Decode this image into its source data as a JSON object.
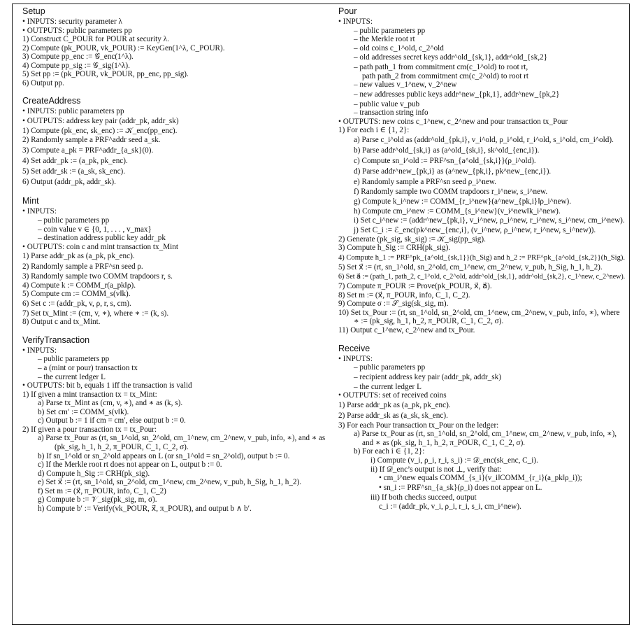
{
  "columns": [
    {
      "sections": [
        {
          "title": "Setup",
          "lines": [
            {
              "t": "• INPUTS: security parameter λ",
              "i": 0
            },
            {
              "t": "• OUTPUTS: public parameters pp",
              "i": 0
            },
            {
              "t": "1) Construct C_POUR for POUR at security λ.",
              "i": 0
            },
            {
              "t": "2) Compute (pk_POUR, vk_POUR) := KeyGen(1^λ, C_POUR).",
              "i": 0
            },
            {
              "t": "3) Compute pp_enc := 𝒢_enc(1^λ).",
              "i": 0
            },
            {
              "t": "4) Compute pp_sig := 𝒢_sig(1^λ).",
              "i": 0
            },
            {
              "t": "5) Set pp := (pk_POUR, vk_POUR, pp_enc, pp_sig).",
              "i": 0
            },
            {
              "t": "6) Output pp.",
              "i": 0
            }
          ]
        },
        {
          "title": "CreateAddress",
          "lines": [
            {
              "t": "• INPUTS: public parameters pp",
              "i": 0
            },
            {
              "t": "• OUTPUTS: address key pair (addr_pk, addr_sk)",
              "i": 0
            },
            {
              "t": "1) Compute (pk_enc, sk_enc) := 𝒦_enc(pp_enc).",
              "i": 0
            },
            {
              "t": "2) Randomly sample a PRF^addr seed a_sk.",
              "i": 0
            },
            {
              "t": "3) Compute a_pk = PRF^addr_{a_sk}(0).",
              "i": 0
            },
            {
              "t": "4) Set addr_pk := (a_pk, pk_enc).",
              "i": 0
            },
            {
              "t": "5) Set addr_sk := (a_sk, sk_enc).",
              "i": 0
            },
            {
              "t": "6) Output (addr_pk, addr_sk).",
              "i": 0
            }
          ]
        },
        {
          "title": "Mint",
          "lines": [
            {
              "t": "• INPUTS:",
              "i": 0
            },
            {
              "t": "– public parameters pp",
              "i": 2
            },
            {
              "t": "– coin value v ∈ {0, 1, . . . , v_max}",
              "i": 2
            },
            {
              "t": "– destination address public key addr_pk",
              "i": 2
            },
            {
              "t": "• OUTPUTS: coin c and mint transaction tx_Mint",
              "i": 0
            },
            {
              "t": "1) Parse addr_pk as (a_pk, pk_enc).",
              "i": 0
            },
            {
              "t": "2) Randomly sample a PRF^sn seed ρ.",
              "i": 0
            },
            {
              "t": "3) Randomly sample two COMM trapdoors r, s.",
              "i": 0
            },
            {
              "t": "4) Compute k := COMM_r(a_pk‖ρ).",
              "i": 0
            },
            {
              "t": "5) Compute cm := COMM_s(v‖k).",
              "i": 0
            },
            {
              "t": "6) Set c := (addr_pk, v, ρ, r, s, cm).",
              "i": 0
            },
            {
              "t": "7) Set tx_Mint := (cm, v, ∗), where ∗ := (k, s).",
              "i": 0
            },
            {
              "t": "8) Output c and tx_Mint.",
              "i": 0
            }
          ]
        },
        {
          "title": "VerifyTransaction",
          "lines": [
            {
              "t": "• INPUTS:",
              "i": 0
            },
            {
              "t": "– public parameters pp",
              "i": 2
            },
            {
              "t": "– a (mint or pour) transaction tx",
              "i": 2
            },
            {
              "t": "– the current ledger L",
              "i": 2
            },
            {
              "t": "• OUTPUTS: bit b, equals 1 iff the transaction is valid",
              "i": 0
            },
            {
              "t": "1) If given a mint transaction tx = tx_Mint:",
              "i": 0
            },
            {
              "t": "a) Parse tx_Mint as (cm, v, ∗), and ∗ as (k, s).",
              "i": 2
            },
            {
              "t": "b) Set cm′ := COMM_s(v‖k).",
              "i": 2
            },
            {
              "t": "c) Output b := 1 if cm = cm′, else output b := 0.",
              "i": 2
            },
            {
              "t": "2) If given a pour transaction tx = tx_Pour:",
              "i": 0
            },
            {
              "t": "a) Parse tx_Pour as (rt, sn_1^old, sn_2^old, cm_1^new, cm_2^new, v_pub, info, ∗), and ∗ as",
              "i": 2
            },
            {
              "t": "(pk_sig, h_1, h_2, π_POUR, C_1, C_2, σ).",
              "i": 4
            },
            {
              "t": "b) If sn_1^old or sn_2^old appears on L (or sn_1^old = sn_2^old), output b := 0.",
              "i": 2
            },
            {
              "t": "c) If the Merkle root rt does not appear on L, output b := 0.",
              "i": 2
            },
            {
              "t": "d) Compute h_Sig := CRH(pk_sig).",
              "i": 2
            },
            {
              "t": "e) Set x⃗ := (rt, sn_1^old, sn_2^old, cm_1^new, cm_2^new, v_pub, h_Sig, h_1, h_2).",
              "i": 2
            },
            {
              "t": "f) Set m := (x⃗, π_POUR, info, C_1, C_2)",
              "i": 2
            },
            {
              "t": "g) Compute b := 𝒱_sig(pk_sig, m, σ).",
              "i": 2
            },
            {
              "t": "h) Compute b′ := Verify(vk_POUR, x⃗, π_POUR), and output b ∧ b′.",
              "i": 2
            }
          ]
        }
      ]
    },
    {
      "sections": [
        {
          "title": "Pour",
          "lines": [
            {
              "t": "• INPUTS:",
              "i": 0
            },
            {
              "t": "– public parameters pp",
              "i": 2
            },
            {
              "t": "– the Merkle root rt",
              "i": 2
            },
            {
              "t": "– old coins c_1^old, c_2^old",
              "i": 2
            },
            {
              "t": "– old addresses secret keys addr^old_{sk,1}, addr^old_{sk,2}",
              "i": 2
            },
            {
              "t": "– path path_1 from commitment cm(c_1^old) to root rt,",
              "i": 2
            },
            {
              "t": "path path_2 from commitment cm(c_2^old) to root rt",
              "i": 3
            },
            {
              "t": "– new values v_1^new, v_2^new",
              "i": 2
            },
            {
              "t": "– new addresses public keys addr^new_{pk,1}, addr^new_{pk,2}",
              "i": 2
            },
            {
              "t": "– public value v_pub",
              "i": 2
            },
            {
              "t": "– transaction string info",
              "i": 2
            },
            {
              "t": "• OUTPUTS: new coins c_1^new, c_2^new and pour transaction tx_Pour",
              "i": 0
            },
            {
              "t": "1) For each i ∈ {1, 2}:",
              "i": 0
            },
            {
              "t": "a) Parse c_i^old as (addr^old_{pk,i}, v_i^old, ρ_i^old, r_i^old, s_i^old, cm_i^old).",
              "i": 2
            },
            {
              "t": "b) Parse addr^old_{sk,i} as (a^old_{sk,i}, sk^old_{enc,i}).",
              "i": 2
            },
            {
              "t": "c) Compute sn_i^old := PRF^sn_{a^old_{sk,i}}(ρ_i^old).",
              "i": 2
            },
            {
              "t": "d) Parse addr^new_{pk,i} as (a^new_{pk,i}, pk^new_{enc,i}).",
              "i": 2
            },
            {
              "t": "e) Randomly sample a PRF^sn seed ρ_i^new.",
              "i": 2
            },
            {
              "t": "f) Randomly sample two COMM trapdoors r_i^new, s_i^new.",
              "i": 2
            },
            {
              "t": "g) Compute k_i^new := COMM_{r_i^new}(a^new_{pk,i}‖ρ_i^new).",
              "i": 2
            },
            {
              "t": "h) Compute cm_i^new := COMM_{s_i^new}(v_i^new‖k_i^new).",
              "i": 2
            },
            {
              "t": "i) Set c_i^new := (addr^new_{pk,i}, v_i^new, ρ_i^new, r_i^new, s_i^new, cm_i^new).",
              "i": 2
            },
            {
              "t": "j) Set C_i := ℰ_enc(pk^new_{enc,i}, (v_i^new, ρ_i^new, r_i^new, s_i^new)).",
              "i": 2
            },
            {
              "t": "2) Generate (pk_sig, sk_sig) := 𝒦_sig(pp_sig).",
              "i": 0
            },
            {
              "t": "3) Compute h_Sig := CRH(pk_sig).",
              "i": 0
            },
            {
              "t": "4) Compute h_1 := PRF^pk_{a^old_{sk,1}}(h_Sig) and h_2 := PRF^pk_{a^old_{sk,2}}(h_Sig).",
              "i": 0
            },
            {
              "t": "5) Set x⃗ := (rt, sn_1^old, sn_2^old, cm_1^new, cm_2^new, v_pub, h_Sig, h_1, h_2).",
              "i": 0
            },
            {
              "t": "6) Set a⃗ := (path_1, path_2, c_1^old, c_2^old, addr^old_{sk,1}, addr^old_{sk,2}, c_1^new, c_2^new).",
              "i": 0
            },
            {
              "t": "7) Compute π_POUR := Prove(pk_POUR, x⃗, a⃗).",
              "i": 0
            },
            {
              "t": "8) Set m := (x⃗, π_POUR, info, C_1, C_2).",
              "i": 0
            },
            {
              "t": "9) Compute σ := 𝒮_sig(sk_sig, m).",
              "i": 0
            },
            {
              "t": "10) Set tx_Pour := (rt, sn_1^old, sn_2^old, cm_1^new, cm_2^new, v_pub, info, ∗), where",
              "i": 0
            },
            {
              "t": "∗ := (pk_sig, h_1, h_2, π_POUR, C_1, C_2, σ).",
              "i": 2
            },
            {
              "t": "11) Output c_1^new, c_2^new and tx_Pour.",
              "i": 0
            }
          ]
        },
        {
          "title": "Receive",
          "lines": [
            {
              "t": "• INPUTS:",
              "i": 0
            },
            {
              "t": "– public parameters pp",
              "i": 2
            },
            {
              "t": "– recipient address key pair (addr_pk, addr_sk)",
              "i": 2
            },
            {
              "t": "– the current ledger L",
              "i": 2
            },
            {
              "t": "• OUTPUTS: set of received coins",
              "i": 0
            },
            {
              "t": "1) Parse addr_pk as (a_pk, pk_enc).",
              "i": 0
            },
            {
              "t": "2) Parse addr_sk as (a_sk, sk_enc).",
              "i": 0
            },
            {
              "t": "3) For each Pour transaction tx_Pour on the ledger:",
              "i": 0
            },
            {
              "t": "a) Parse tx_Pour as (rt, sn_1^old, sn_2^old, cm_1^new, cm_2^new, v_pub, info, ∗),",
              "i": 2
            },
            {
              "t": "and ∗ as (pk_sig, h_1, h_2, π_POUR, C_1, C_2, σ).",
              "i": 3
            },
            {
              "t": "b) For each i ∈ {1, 2}:",
              "i": 2
            },
            {
              "t": "i) Compute (v_i, ρ_i, r_i, s_i) := 𝒟_enc(sk_enc, C_i).",
              "i": 4
            },
            {
              "t": "ii) If 𝒟_enc’s output is not ⊥, verify that:",
              "i": 4
            },
            {
              "t": "• cm_i^new equals COMM_{s_i}(v_i‖COMM_{r_i}(a_pk‖ρ_i));",
              "i": 5
            },
            {
              "t": "• sn_i := PRF^sn_{a_sk}(ρ_i) does not appear on L.",
              "i": 5
            },
            {
              "t": "iii) If both checks succeed, output",
              "i": 4
            },
            {
              "t": "c_i := (addr_pk, v_i, ρ_i, r_i, s_i, cm_i^new).",
              "i": 5
            }
          ]
        }
      ]
    }
  ]
}
